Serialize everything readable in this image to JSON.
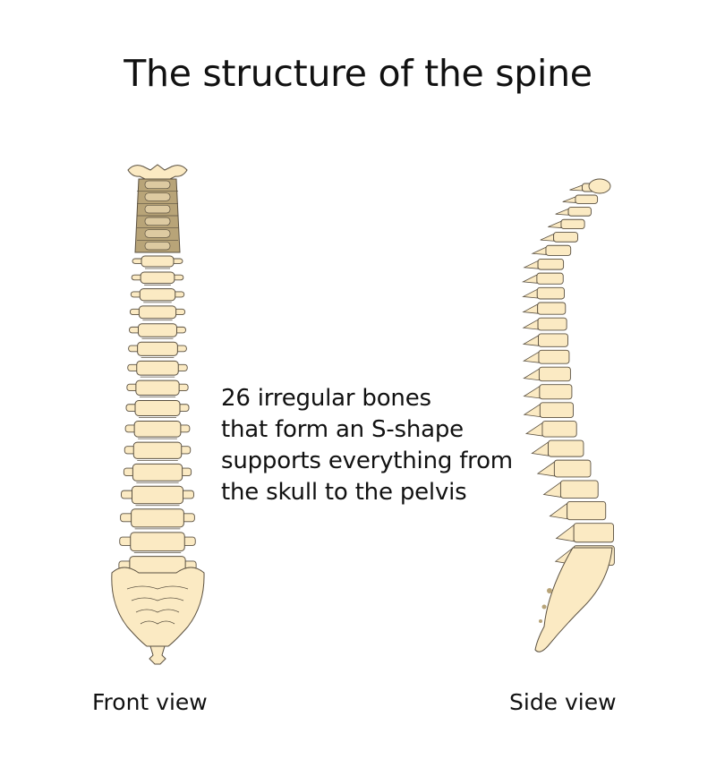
{
  "title": "The structure of the spine",
  "description": {
    "lines": [
      "26 irregular bones",
      "that form an S-shape",
      "supports everything from",
      "the skull to the pelvis"
    ]
  },
  "labels": {
    "front": "Front view",
    "side": "Side view"
  },
  "colors": {
    "bone": "#fbeac3",
    "cervical_highlight": "#b8a478",
    "outline": "#5a5040"
  }
}
